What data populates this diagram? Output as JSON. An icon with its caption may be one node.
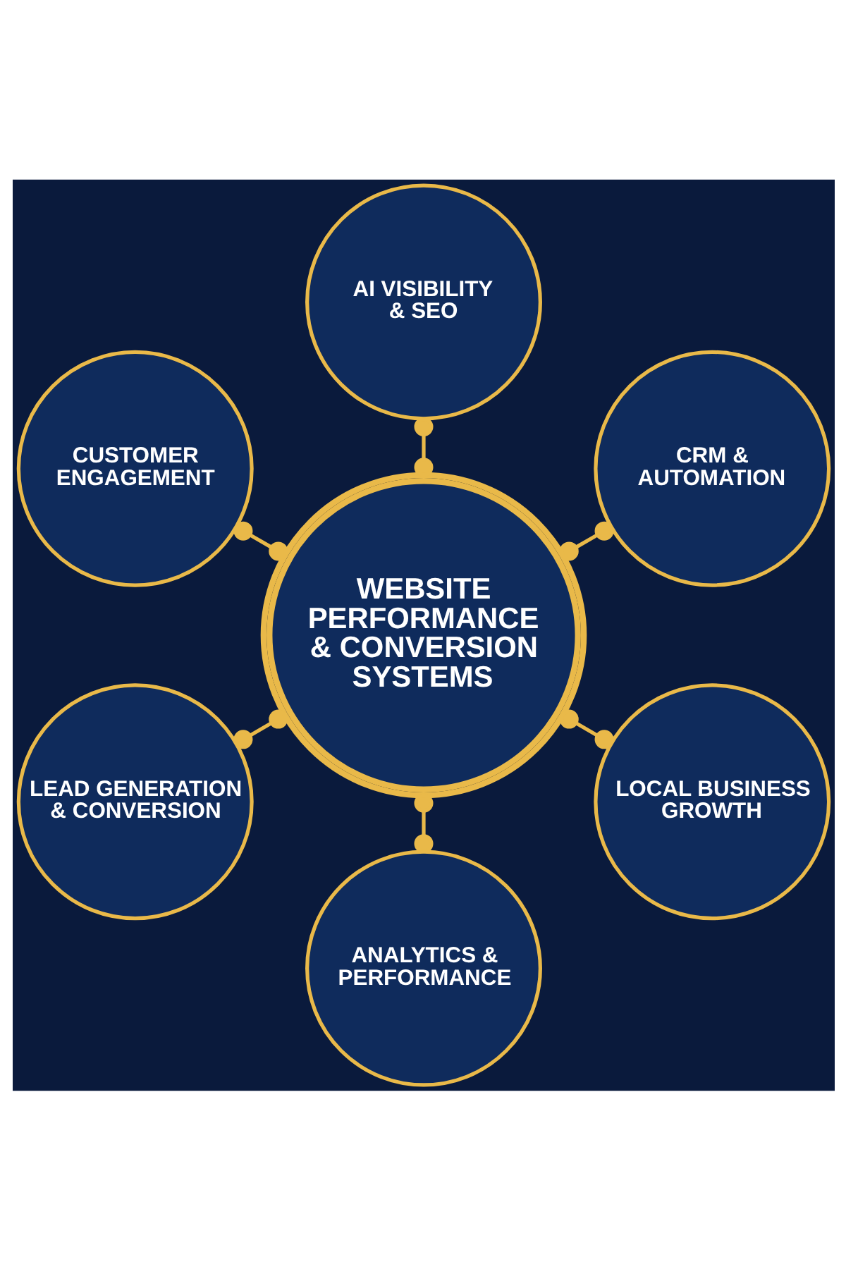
{
  "diagram": {
    "nodes": [
      {
        "text": [
          "AI VISIBILITY & SEO"
        ]
      },
      {
        "text": [
          "CUSTOMER ENGAGEMENT"
        ]
      },
      {
        "text": [
          "CRM & AUTOMATION"
        ]
      },
      {
        "text": [
          "WEBSITE PERFORMANCE & CONVERSION SYSTEMS"
        ]
      },
      {
        "text": [
          "LEAD GENERATION & CONVERSION"
        ]
      },
      {
        "text": [
          "LOCAL BUSINESS GROWTH"
        ]
      },
      {
        "text": [
          "ANALYTICS & PERFORMANCE"
        ]
      }
    ],
    "edges": [
      {
        "from": 3,
        "to": 0,
        "arrow": "other"
      },
      {
        "from": 3,
        "to": 2,
        "arrow": "other"
      },
      {
        "from": 3,
        "to": 5,
        "arrow": "other"
      },
      {
        "from": 3,
        "to": 6,
        "arrow": "other"
      },
      {
        "from": 3,
        "to": 4,
        "arrow": "other"
      },
      {
        "from": 3,
        "to": 1,
        "arrow": "other"
      }
    ]
  }
}
